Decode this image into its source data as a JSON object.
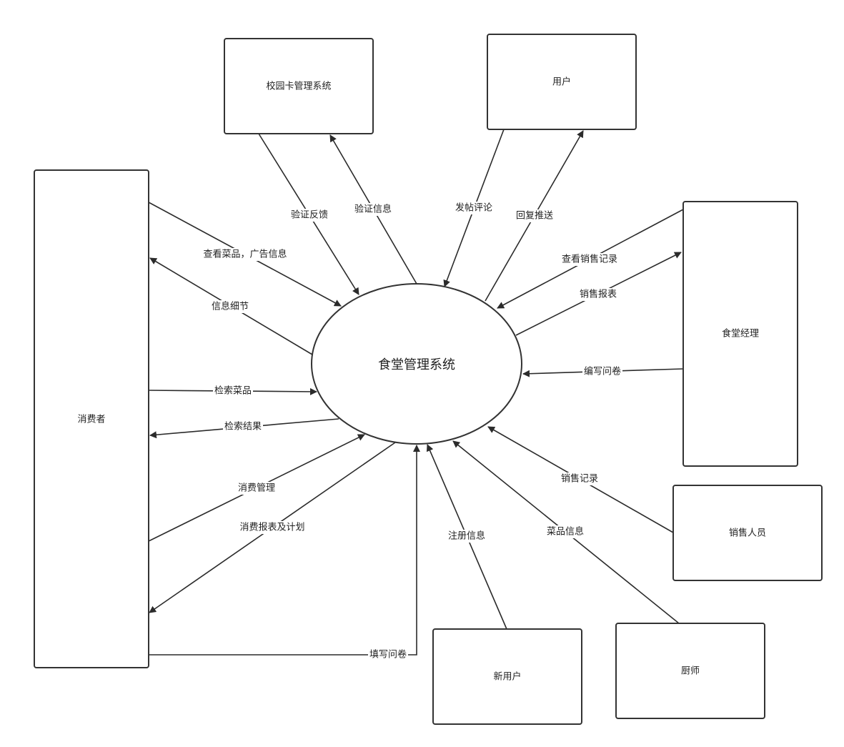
{
  "center": {
    "label": "食堂管理系统"
  },
  "entities": {
    "campus_card": "校园卡管理系统",
    "user": "用户",
    "consumer": "消费者",
    "manager": "食堂经理",
    "sales_staff": "销售人员",
    "new_user": "新用户",
    "chef": "厨师"
  },
  "flows": {
    "verify_feedback": "验证反馈",
    "verify_info": "验证信息",
    "post_comment": "发帖评论",
    "reply_push": "回复推送",
    "view_dishes_ads": "查看菜品，广告信息",
    "info_detail": "信息细节",
    "view_sales_records": "查看销售记录",
    "sales_report": "销售报表",
    "search_dishes": "检索菜品",
    "search_results": "检索结果",
    "write_questionnaire_manager": "编写问卷",
    "consumption_management": "消费管理",
    "consumption_report_plan": "消费报表及计划",
    "sales_record": "销售记录",
    "register_info": "注册信息",
    "dish_info": "菜品信息",
    "fill_questionnaire": "填写问卷"
  }
}
